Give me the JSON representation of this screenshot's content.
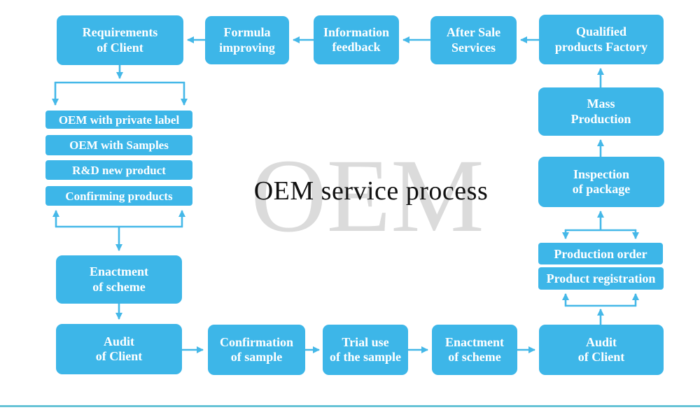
{
  "title": {
    "text": "OEM service process",
    "watermark": "OEM"
  },
  "colors": {
    "box_fill": "#3DB6E8",
    "arrow": "#45B8E8",
    "box_text": "#FFFFFF",
    "title_text": "#111111",
    "watermark": "#DBDBDB",
    "bottom_rule": "#67C3D6",
    "page_bg": "#FFFFFF"
  },
  "nodes": {
    "requirements": {
      "label": "Requirements\nof Client"
    },
    "formula": {
      "label": "Formula\nimproving"
    },
    "information_feedback": {
      "label": "Information\nfeedback"
    },
    "after_sale": {
      "label": "After Sale\nServices"
    },
    "qualified_factory": {
      "label": "Qualified\nproducts Factory"
    },
    "mass_production": {
      "label": "Mass\nProduction"
    },
    "inspection_package": {
      "label": "Inspection\nof package"
    },
    "production_order": {
      "label": "Production order"
    },
    "product_registration": {
      "label": "Product registration"
    },
    "oem_private_label": {
      "label": "OEM with private label"
    },
    "oem_samples": {
      "label": "OEM with Samples"
    },
    "rd_new_product": {
      "label": "R&D new product"
    },
    "confirming_products": {
      "label": "Confirming products"
    },
    "enactment_left": {
      "label": "Enactment\nof scheme"
    },
    "audit_left": {
      "label": "Audit\nof Client"
    },
    "confirmation_sample": {
      "label": "Confirmation\nof sample"
    },
    "trial_use": {
      "label": "Trial use\nof the sample"
    },
    "enactment_bottom": {
      "label": "Enactment\nof scheme"
    },
    "audit_right": {
      "label": "Audit\nof Client"
    }
  },
  "edges": [
    {
      "from": "qualified_factory",
      "to": "after_sale"
    },
    {
      "from": "after_sale",
      "to": "information_feedback"
    },
    {
      "from": "information_feedback",
      "to": "formula"
    },
    {
      "from": "formula",
      "to": "requirements"
    },
    {
      "from": "requirements",
      "to": "oem_options_list"
    },
    {
      "from": "oem_options_list",
      "to": "enactment_left"
    },
    {
      "from": "enactment_left",
      "to": "audit_left"
    },
    {
      "from": "audit_left",
      "to": "confirmation_sample"
    },
    {
      "from": "confirmation_sample",
      "to": "trial_use"
    },
    {
      "from": "trial_use",
      "to": "enactment_bottom"
    },
    {
      "from": "enactment_bottom",
      "to": "audit_right"
    },
    {
      "from": "audit_right",
      "to": "product_registration"
    },
    {
      "from": "inspection_package",
      "to": "production_order"
    },
    {
      "from": "product_registration_order_group",
      "to": "inspection_package"
    },
    {
      "from": "inspection_package",
      "to": "mass_production"
    },
    {
      "from": "mass_production",
      "to": "qualified_factory"
    }
  ]
}
